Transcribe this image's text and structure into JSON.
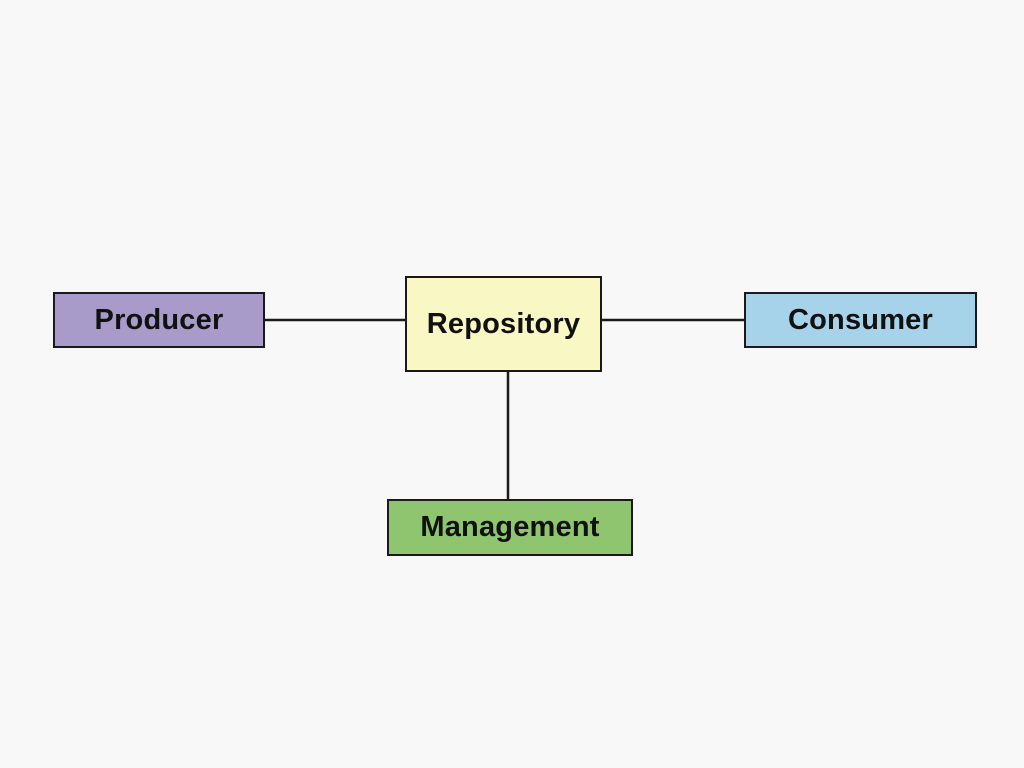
{
  "diagram": {
    "background": "#f8f8f8",
    "nodes": [
      {
        "id": "producer",
        "label": "Producer",
        "color": "#a99bc9"
      },
      {
        "id": "repository",
        "label": "Repository",
        "color": "#f9f8c4"
      },
      {
        "id": "consumer",
        "label": "Consumer",
        "color": "#a7d3ea"
      },
      {
        "id": "management",
        "label": "Management",
        "color": "#8fc56f"
      }
    ],
    "edges": [
      {
        "from": "producer",
        "to": "repository"
      },
      {
        "from": "repository",
        "to": "consumer"
      },
      {
        "from": "repository",
        "to": "management"
      }
    ]
  }
}
